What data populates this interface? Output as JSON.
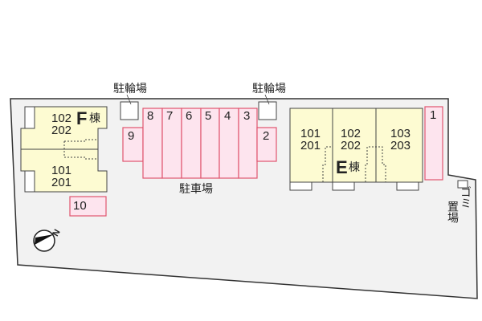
{
  "site_plan": {
    "colors": {
      "site_fill": "#f2f2f2",
      "building_fill": "#fdfbd2",
      "parking_fill": "#fde4ee",
      "parking_stroke": "#e0556f",
      "outline": "#333333"
    },
    "bicycle_parking_label": "駐輪場",
    "parking_lot_label": "駐車場",
    "garbage_label": "ゴミ置場",
    "garbage_label_line1": "ゴミ",
    "garbage_label_line2": "置場",
    "compass": {
      "icon": "north-arrow-icon",
      "label": "N"
    },
    "building_f": {
      "name": "F",
      "suffix": "棟",
      "units_top": [
        "102",
        "202"
      ],
      "units_bottom": [
        "101",
        "201"
      ]
    },
    "building_e": {
      "name": "E",
      "suffix": "棟",
      "units": [
        {
          "lower": "101",
          "upper": "201"
        },
        {
          "lower": "102",
          "upper": "202"
        },
        {
          "lower": "103",
          "upper": "203"
        }
      ]
    },
    "parking_spaces": [
      {
        "id": "1",
        "label": "1"
      },
      {
        "id": "2",
        "label": "2"
      },
      {
        "id": "3",
        "label": "3"
      },
      {
        "id": "4",
        "label": "4"
      },
      {
        "id": "5",
        "label": "5"
      },
      {
        "id": "6",
        "label": "6"
      },
      {
        "id": "7",
        "label": "7"
      },
      {
        "id": "8",
        "label": "8"
      },
      {
        "id": "9",
        "label": "9"
      },
      {
        "id": "10",
        "label": "10"
      }
    ]
  }
}
